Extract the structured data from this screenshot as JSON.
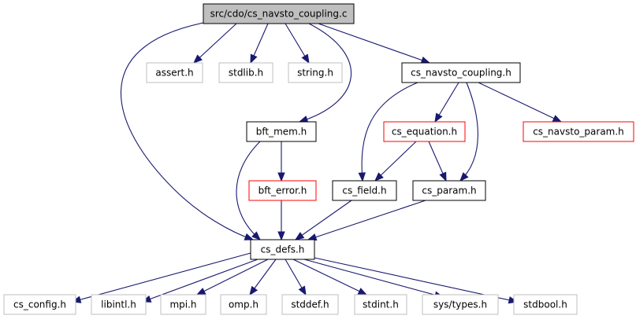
{
  "diagram": {
    "type": "include-dependency-graph",
    "colors": {
      "edge": "#191970",
      "root_fill": "#bfbfbf",
      "documented_border": "#000000",
      "undocumented_border": "#bfbfbf",
      "truncated_border": "#ff0000"
    },
    "nodes": [
      {
        "id": "root",
        "label": "src/cdo/cs_navsto_coupling.c",
        "style": "root"
      },
      {
        "id": "assert",
        "label": "assert.h",
        "style": "gray"
      },
      {
        "id": "stdlib",
        "label": "stdlib.h",
        "style": "gray"
      },
      {
        "id": "string",
        "label": "string.h",
        "style": "gray"
      },
      {
        "id": "navsto_coupling_h",
        "label": "cs_navsto_coupling.h",
        "style": "black"
      },
      {
        "id": "bft_mem",
        "label": "bft_mem.h",
        "style": "black"
      },
      {
        "id": "cs_equation",
        "label": "cs_equation.h",
        "style": "red"
      },
      {
        "id": "cs_navsto_param",
        "label": "cs_navsto_param.h",
        "style": "red"
      },
      {
        "id": "bft_error",
        "label": "bft_error.h",
        "style": "red"
      },
      {
        "id": "cs_field",
        "label": "cs_field.h",
        "style": "black"
      },
      {
        "id": "cs_param",
        "label": "cs_param.h",
        "style": "black"
      },
      {
        "id": "cs_defs",
        "label": "cs_defs.h",
        "style": "black"
      },
      {
        "id": "cs_config",
        "label": "cs_config.h",
        "style": "gray"
      },
      {
        "id": "libintl",
        "label": "libintl.h",
        "style": "gray"
      },
      {
        "id": "mpi",
        "label": "mpi.h",
        "style": "gray"
      },
      {
        "id": "omp",
        "label": "omp.h",
        "style": "gray"
      },
      {
        "id": "stddef",
        "label": "stddef.h",
        "style": "gray"
      },
      {
        "id": "stdint",
        "label": "stdint.h",
        "style": "gray"
      },
      {
        "id": "systypes",
        "label": "sys/types.h",
        "style": "gray"
      },
      {
        "id": "stdbool",
        "label": "stdbool.h",
        "style": "gray"
      }
    ],
    "edges": [
      {
        "from": "root",
        "to": "cs_defs"
      },
      {
        "from": "root",
        "to": "assert"
      },
      {
        "from": "root",
        "to": "stdlib"
      },
      {
        "from": "root",
        "to": "string"
      },
      {
        "from": "root",
        "to": "bft_mem"
      },
      {
        "from": "root",
        "to": "navsto_coupling_h"
      },
      {
        "from": "navsto_coupling_h",
        "to": "cs_field"
      },
      {
        "from": "navsto_coupling_h",
        "to": "cs_equation"
      },
      {
        "from": "navsto_coupling_h",
        "to": "cs_param"
      },
      {
        "from": "navsto_coupling_h",
        "to": "cs_navsto_param"
      },
      {
        "from": "bft_mem",
        "to": "cs_defs"
      },
      {
        "from": "bft_mem",
        "to": "bft_error"
      },
      {
        "from": "cs_equation",
        "to": "cs_field"
      },
      {
        "from": "cs_equation",
        "to": "cs_param"
      },
      {
        "from": "bft_error",
        "to": "cs_defs"
      },
      {
        "from": "cs_field",
        "to": "cs_defs"
      },
      {
        "from": "cs_param",
        "to": "cs_defs"
      },
      {
        "from": "cs_defs",
        "to": "cs_config"
      },
      {
        "from": "cs_defs",
        "to": "libintl"
      },
      {
        "from": "cs_defs",
        "to": "mpi"
      },
      {
        "from": "cs_defs",
        "to": "omp"
      },
      {
        "from": "cs_defs",
        "to": "stddef"
      },
      {
        "from": "cs_defs",
        "to": "stdint"
      },
      {
        "from": "cs_defs",
        "to": "systypes"
      },
      {
        "from": "cs_defs",
        "to": "stdbool"
      }
    ]
  }
}
